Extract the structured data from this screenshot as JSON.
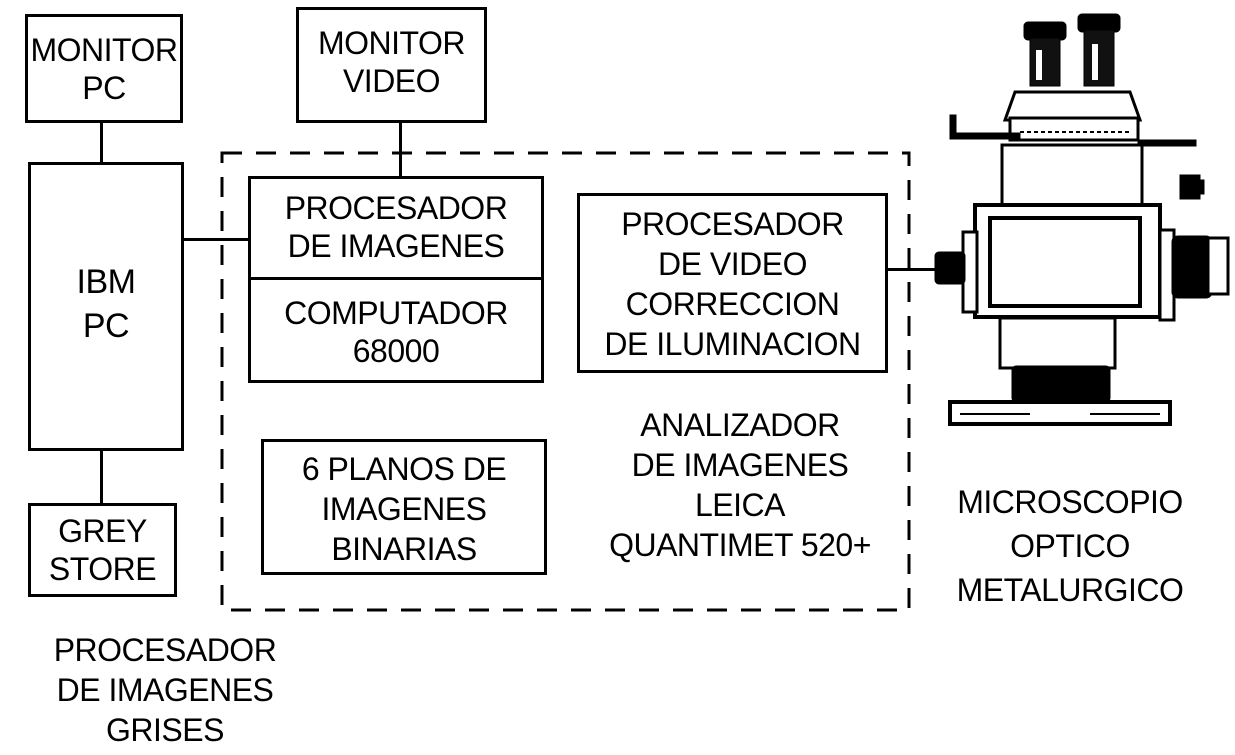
{
  "boxes": {
    "monitor_pc": "MONITOR\nPC",
    "monitor_video": "MONITOR\nVIDEO",
    "ibm_pc": "IBM\nPC",
    "grey_store": "GREY\nSTORE",
    "procesador_imagenes": "PROCESADOR\nDE IMAGENES",
    "computador": "COMPUTADOR\n68000",
    "procesador_video": "PROCESADOR\nDE VIDEO\nCORRECCION\nDE ILUMINACION",
    "planos": "6 PLANOS DE\nIMAGENES\nBINARIAS"
  },
  "labels": {
    "analizador": "ANALIZADOR\nDE IMAGENES\nLEICA\nQUANTIMET 520+",
    "microscopio": "MICROSCOPIO\nOPTICO\nMETALURGICO",
    "procesador_grises": "PROCESADOR\nDE IMAGENES\nGRISES"
  },
  "icons": {
    "microscope": "microscope-icon"
  }
}
